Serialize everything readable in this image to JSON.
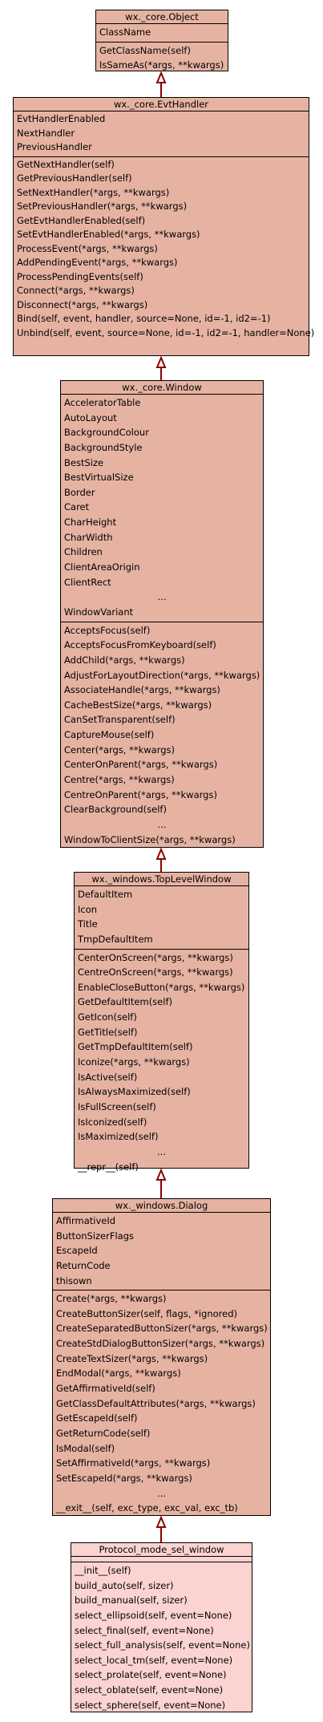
{
  "classes": [
    {
      "name": "wx._core.Object",
      "attributes": [
        "ClassName"
      ],
      "methods": [
        "GetClassName(self)",
        "IsSameAs(*args, **kwargs)"
      ]
    },
    {
      "name": "wx._core.EvtHandler",
      "attributes": [
        "EvtHandlerEnabled",
        "NextHandler",
        "PreviousHandler"
      ],
      "methods": [
        "GetNextHandler(self)",
        "GetPreviousHandler(self)",
        "SetNextHandler(*args, **kwargs)",
        "SetPreviousHandler(*args, **kwargs)",
        "GetEvtHandlerEnabled(self)",
        "SetEvtHandlerEnabled(*args, **kwargs)",
        "ProcessEvent(*args, **kwargs)",
        "AddPendingEvent(*args, **kwargs)",
        "ProcessPendingEvents(self)",
        "Connect(*args, **kwargs)",
        "Disconnect(*args, **kwargs)",
        "Bind(self, event, handler, source=None, id=-1, id2=-1)",
        "Unbind(self, event, source=None, id=-1, id2=-1, handler=None)"
      ]
    },
    {
      "name": "wx._core.Window",
      "attributes": [
        "AcceleratorTable",
        "AutoLayout",
        "BackgroundColour",
        "BackgroundStyle",
        "BestSize",
        "BestVirtualSize",
        "Border",
        "Caret",
        "CharHeight",
        "CharWidth",
        "Children",
        "ClientAreaOrigin",
        "ClientRect",
        "...",
        "WindowVariant"
      ],
      "methods": [
        "AcceptsFocus(self)",
        "AcceptsFocusFromKeyboard(self)",
        "AddChild(*args, **kwargs)",
        "AdjustForLayoutDirection(*args, **kwargs)",
        "AssociateHandle(*args, **kwargs)",
        "CacheBestSize(*args, **kwargs)",
        "CanSetTransparent(self)",
        "CaptureMouse(self)",
        "Center(*args, **kwargs)",
        "CenterOnParent(*args, **kwargs)",
        "Centre(*args, **kwargs)",
        "CentreOnParent(*args, **kwargs)",
        "ClearBackground(self)",
        "...",
        "WindowToClientSize(*args, **kwargs)"
      ]
    },
    {
      "name": "wx._windows.TopLevelWindow",
      "attributes": [
        "DefaultItem",
        "Icon",
        "Title",
        "TmpDefaultItem"
      ],
      "methods": [
        "CenterOnScreen(*args, **kwargs)",
        "CentreOnScreen(*args, **kwargs)",
        "EnableCloseButton(*args, **kwargs)",
        "GetDefaultItem(self)",
        "GetIcon(self)",
        "GetTitle(self)",
        "GetTmpDefaultItem(self)",
        "Iconize(*args, **kwargs)",
        "IsActive(self)",
        "IsAlwaysMaximized(self)",
        "IsFullScreen(self)",
        "IsIconized(self)",
        "IsMaximized(self)",
        "...",
        "__repr__(self)"
      ]
    },
    {
      "name": "wx._windows.Dialog",
      "attributes": [
        "AffirmativeId",
        "ButtonSizerFlags",
        "EscapeId",
        "ReturnCode",
        "thisown"
      ],
      "methods": [
        "Create(*args, **kwargs)",
        "CreateButtonSizer(self, flags, *ignored)",
        "CreateSeparatedButtonSizer(*args, **kwargs)",
        "CreateStdDialogButtonSizer(*args, **kwargs)",
        "CreateTextSizer(*args, **kwargs)",
        "EndModal(*args, **kwargs)",
        "GetAffirmativeId(self)",
        "GetClassDefaultAttributes(*args, **kwargs)",
        "GetEscapeId(self)",
        "GetReturnCode(self)",
        "IsModal(self)",
        "SetAffirmativeId(*args, **kwargs)",
        "SetEscapeId(*args, **kwargs)",
        "...",
        "__exit__(self, exc_type, exc_val, exc_tb)"
      ]
    },
    {
      "name": "Protocol_mode_sel_window",
      "attributes": [],
      "methods": [
        "__init__(self)",
        "build_auto(self, sizer)",
        "build_manual(self, sizer)",
        "select_ellipsoid(self, event=None)",
        "select_final(self, event=None)",
        "select_full_analysis(self, event=None)",
        "select_local_tm(self, event=None)",
        "select_prolate(self, event=None)",
        "select_oblate(self, event=None)",
        "select_sphere(self, event=None)"
      ]
    }
  ]
}
